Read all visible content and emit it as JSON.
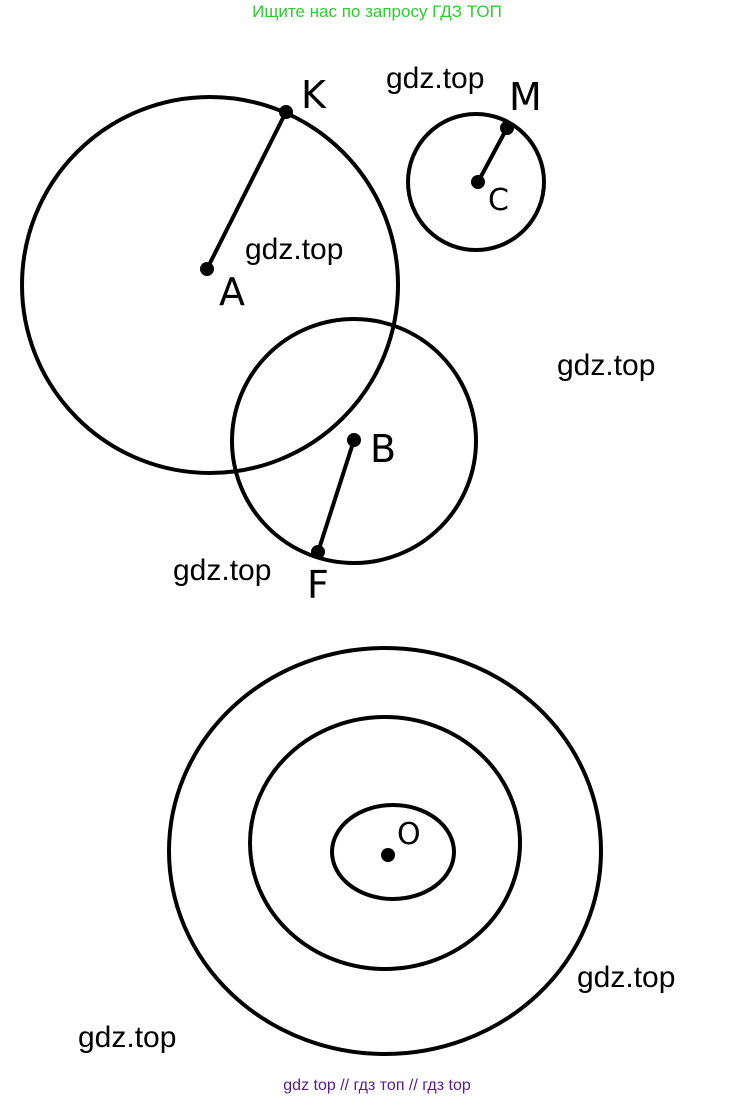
{
  "header": {
    "text": "Ищите нас по запросу ГДЗ ТОП"
  },
  "footer": {
    "text": "gdz top  //  гдз топ  //  гдз top"
  },
  "watermarks": [
    "gdz.top",
    "gdz.top",
    "gdz.top",
    "gdz.top",
    "gdz.top",
    "gdz.top"
  ],
  "diagram": {
    "points": {
      "A": "A",
      "K": "K",
      "B": "B",
      "F": "F",
      "C": "C",
      "M": "M",
      "O": "O"
    }
  },
  "colors": {
    "header": "#2ecc2e",
    "footer": "#5a1a8a",
    "ink": "#000000"
  }
}
